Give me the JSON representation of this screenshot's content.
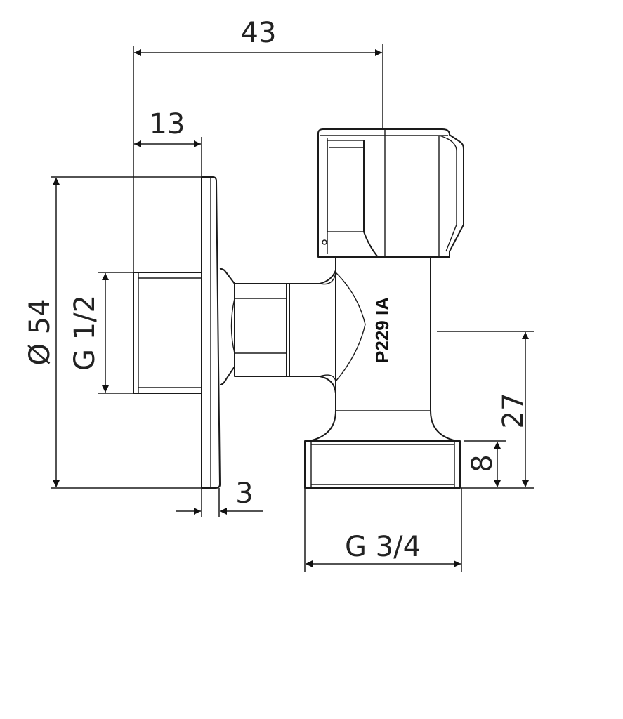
{
  "drawing": {
    "dimensions": {
      "overall_length": "43",
      "thread_length": "13",
      "rosette_diameter": "Ø 54",
      "inlet_thread": "G 1/2",
      "rosette_thickness": "3",
      "outlet_thread": "G 3/4",
      "outlet_height": "27",
      "outlet_thread_length": "8"
    },
    "body_marking": "P229 IA"
  }
}
